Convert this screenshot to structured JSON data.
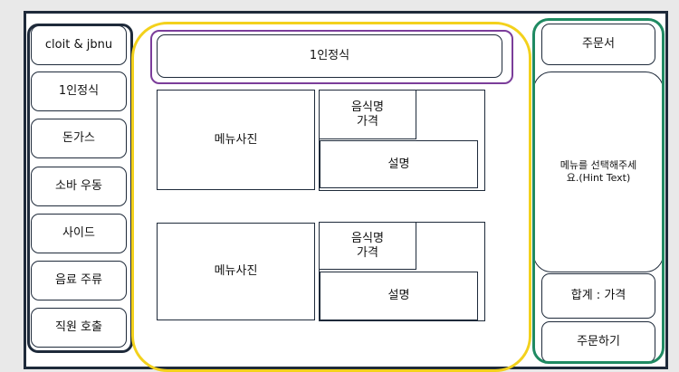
{
  "sidebar": {
    "items": [
      {
        "label": "cloit & jbnu"
      },
      {
        "label": "1인정식"
      },
      {
        "label": "돈가스"
      },
      {
        "label": "소바 우동"
      },
      {
        "label": "사이드"
      },
      {
        "label": "음료 주류"
      },
      {
        "label": "직원 호출"
      }
    ]
  },
  "main": {
    "category_title": "1인정식",
    "menu_cards": [
      {
        "photo_label": "메뉴사진",
        "name_price_line1": "음식명",
        "name_price_line2": "가격",
        "description_label": "설명"
      },
      {
        "photo_label": "메뉴사진",
        "name_price_line1": "음식명",
        "name_price_line2": "가격",
        "description_label": "설명"
      }
    ]
  },
  "order": {
    "title": "주문서",
    "hint_line1": "메뉴를 선택해주세",
    "hint_line2": "요.(Hint Text)",
    "total_label": "합계 : 가격",
    "order_button": "주문하기"
  },
  "colors": {
    "sidebar_outline": "#1e2a3a",
    "main_outline": "#f3d11c",
    "order_outline": "#1f8a62",
    "title_outline": "#7b3d9a"
  }
}
